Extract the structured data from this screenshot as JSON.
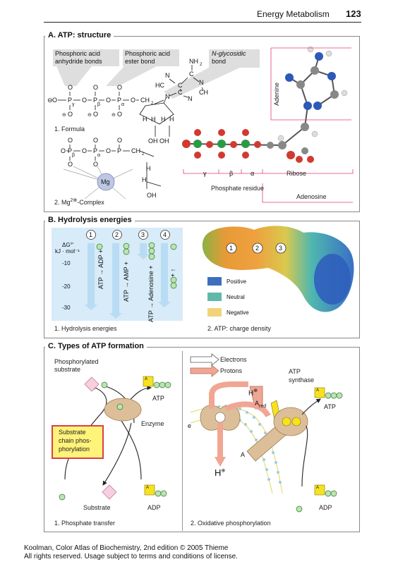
{
  "header": {
    "chapter": "Energy Metabolism",
    "page": "123"
  },
  "sectionA": {
    "title": "A. ATP: structure",
    "callouts": [
      "Phosphoric acid anhydride bonds",
      "Phosphoric acid ester bond",
      "N-glycosidic bond"
    ],
    "callout_lines": {
      "c1a": "Phosphoric acid",
      "c1b": "anhydride bonds",
      "c2a": "Phosphoric acid",
      "c2b": "ester bond",
      "c3a": "N-glycosidic",
      "c3b": "bond"
    },
    "formula_caption": "1. Formula",
    "complex_caption": "2. Mg",
    "complex_sup": "2⊕",
    "complex_suffix": "-Complex",
    "mg": "Mg",
    "molecule_labels": {
      "adenine": "Adenine",
      "gamma": "γ",
      "beta": "β",
      "alpha": "α",
      "ribose": "Ribose",
      "phosphate": "Phosphate residue",
      "adenosine": "Adenosine"
    },
    "chem": {
      "O": "O",
      "P": "P",
      "oh": "OH",
      "oh2": "OH OH",
      "ch2": "CH2",
      "h": "H",
      "nh2": "NH2",
      "n": "N",
      "c": "C",
      "hc": "HC",
      "ch": "CH",
      "minus": "⊖"
    }
  },
  "sectionB": {
    "title": "B. Hydrolysis energies",
    "numbers": [
      "1",
      "2",
      "3",
      "4"
    ],
    "axis": {
      "label1": "ΔG°'",
      "label2": "kJ · mol⁻¹",
      "ticks": [
        "-10",
        "-20",
        "-30"
      ]
    },
    "reactions": [
      "ATP → ADP +",
      "ATP → AMP +",
      "ATP → Adenosine +",
      "+ ↑"
    ],
    "p_badge": "P",
    "caption1": "1. Hydrolysis energies",
    "legend": [
      "Positive",
      "Neutral",
      "Negative"
    ],
    "caption2": "2. ATP: charge density"
  },
  "sectionC": {
    "title": "C. Types of ATP formation",
    "phosphorylated": "Phosphorylated",
    "substrate_word": "substrate",
    "enzyme": "Enzyme",
    "atp": "ATP",
    "adp": "ADP",
    "substrate": "Substrate",
    "box": [
      "Substrate",
      "chain phos-",
      "phorylation"
    ],
    "caption1": "1. Phosphate transfer",
    "electrons": "Electrons",
    "protons": "Protons",
    "synthase_a": "ATP",
    "synthase_b": "synthase",
    "h": "H",
    "hplus": "⊕",
    "ared": "A",
    "ared_sub": "red",
    "a": "A",
    "e": "e",
    "caption2": "2. Oxidative phosphorylation",
    "p_badge": "P",
    "a_badge": "A"
  },
  "footer": {
    "line1": "Koolman, Color Atlas of Biochemistry, 2nd edition © 2005 Thieme",
    "line2": "All rights reserved. Usage subject to terms and conditions of license."
  },
  "colors": {
    "atp_yellow": "#f8e11f",
    "p_green": "#bde2b4",
    "positive": "#3d6fc0",
    "neutral": "#5fb9a9",
    "negative": "#f1d47a",
    "box_red": "#d94048",
    "box_yellow": "#fff37a",
    "proton": "#f0a693"
  }
}
